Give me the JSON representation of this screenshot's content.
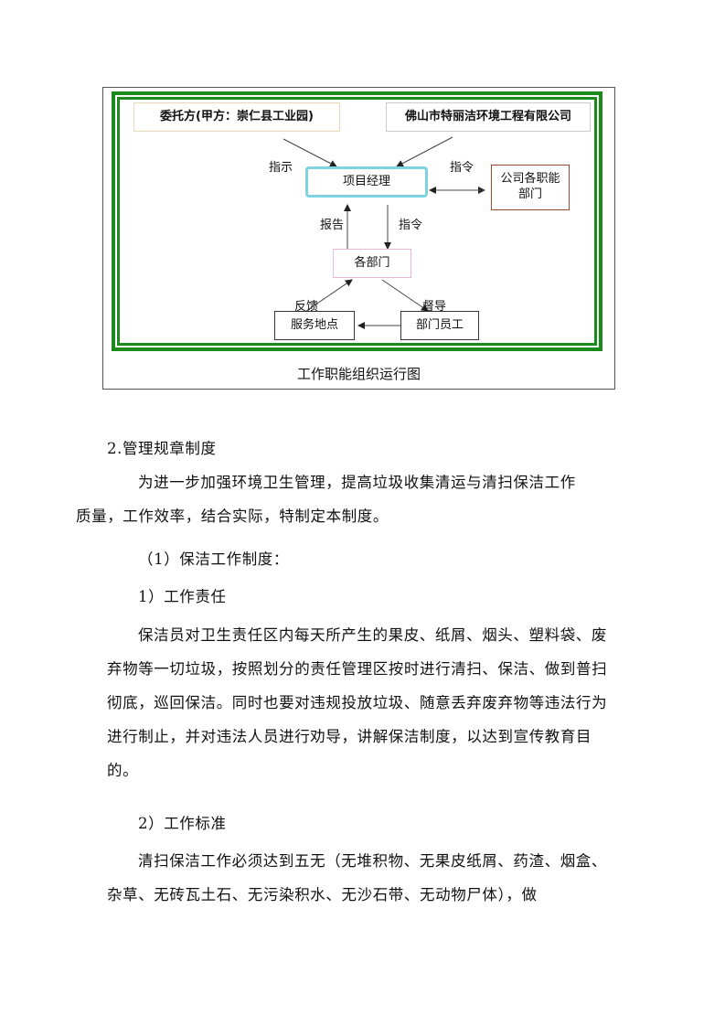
{
  "diagram": {
    "client_box": "委托方(甲方：崇仁县工业园)",
    "company_box": "佛山市特丽洁环境工程有限公司",
    "manager_box": "项目经理",
    "dept_functions_box_line1": "公司各职能",
    "dept_functions_box_line2": "部门",
    "departments_box": "各部门",
    "service_box": "服务地点",
    "staff_box": "部门员工",
    "label_instruct_left": "指示",
    "label_order_right": "指令",
    "label_report": "报告",
    "label_order_down": "指令",
    "label_feedback": "反馈",
    "label_supervise": "督导",
    "caption": "工作职能组织运行图",
    "colors": {
      "border_green": "#1a8a1a",
      "manager_cyan": "#7fd3e0",
      "client_beige": "#e8d8b8",
      "dept_brown": "#9b4a2a",
      "departments_pink": "#e8b8d8"
    }
  },
  "text": {
    "section_heading": "2.管理规章制度",
    "intro_line1": "为进一步加强环境卫生管理，提高垃圾收集清运与清扫保洁工作",
    "intro_line2": "质量，工作效率，结合实际，特制定本制度。",
    "subsection_1": "（1）保洁工作制度：",
    "item_1_title": "1）工作责任",
    "item_1_body": "保洁员对卫生责任区内每天所产生的果皮、纸屑、烟头、塑料袋、废弃物等一切垃圾，按照划分的责任管理区按时进行清扫、保洁、做到普扫彻底，巡回保洁。同时也要对违规投放垃圾、随意丢弃废弃物等违法行为进行制止，并对违法人员进行劝导，讲解保洁制度，以达到宣传教育目的。",
    "item_2_title": "2）工作标准",
    "item_2_body": "清扫保洁工作必须达到五无（无堆积物、无果皮纸屑、药渣、烟盒、杂草、无砖瓦土石、无污染积水、无沙石带、无动物尸体），做"
  }
}
